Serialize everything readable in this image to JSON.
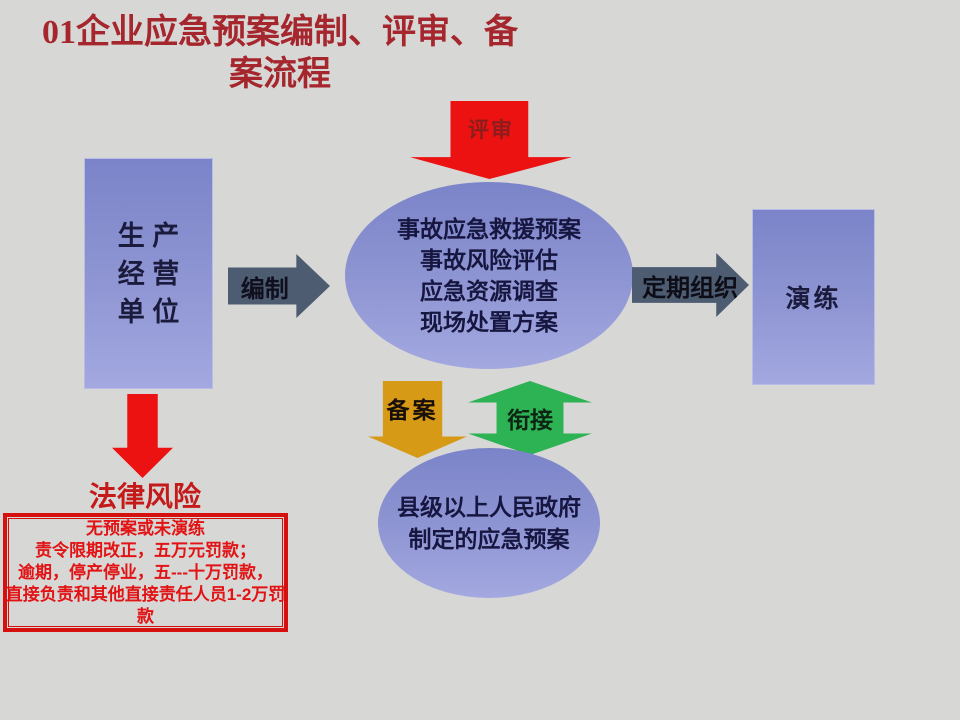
{
  "title": "01企业应急预案编制、评审、备\n案流程",
  "nodes": {
    "producer": "生 产\n经 营\n单 位",
    "plan": "事故应急救援预案\n事故风险评估\n应急资源调查\n现场处置方案",
    "drill": "演练",
    "government": "县级以上人民政府\n制定的应急预案"
  },
  "arrows": {
    "compile": "编制",
    "review": "评审",
    "organize": "定期组织",
    "filing": "备案",
    "link": "衔接"
  },
  "legal": {
    "label": "法律风险",
    "penalty": "无预案或未演练\n责令限期改正，五万元罚款；\n逾期，停产停业，五---十万罚款，\n直接负责和其他直接责任人员1-2万罚款"
  },
  "colors": {
    "background": "#d7d7d6",
    "node_gradient_top": "#7b84c9",
    "node_gradient_bottom": "#a3a8e0",
    "slate_arrow": "#4d5c71",
    "red_arrow": "#ec1212",
    "orange_arrow": "#d79a16",
    "green_arrow": "#2db254",
    "title_red": "#a5262c",
    "penalty_red": "#e21314"
  }
}
